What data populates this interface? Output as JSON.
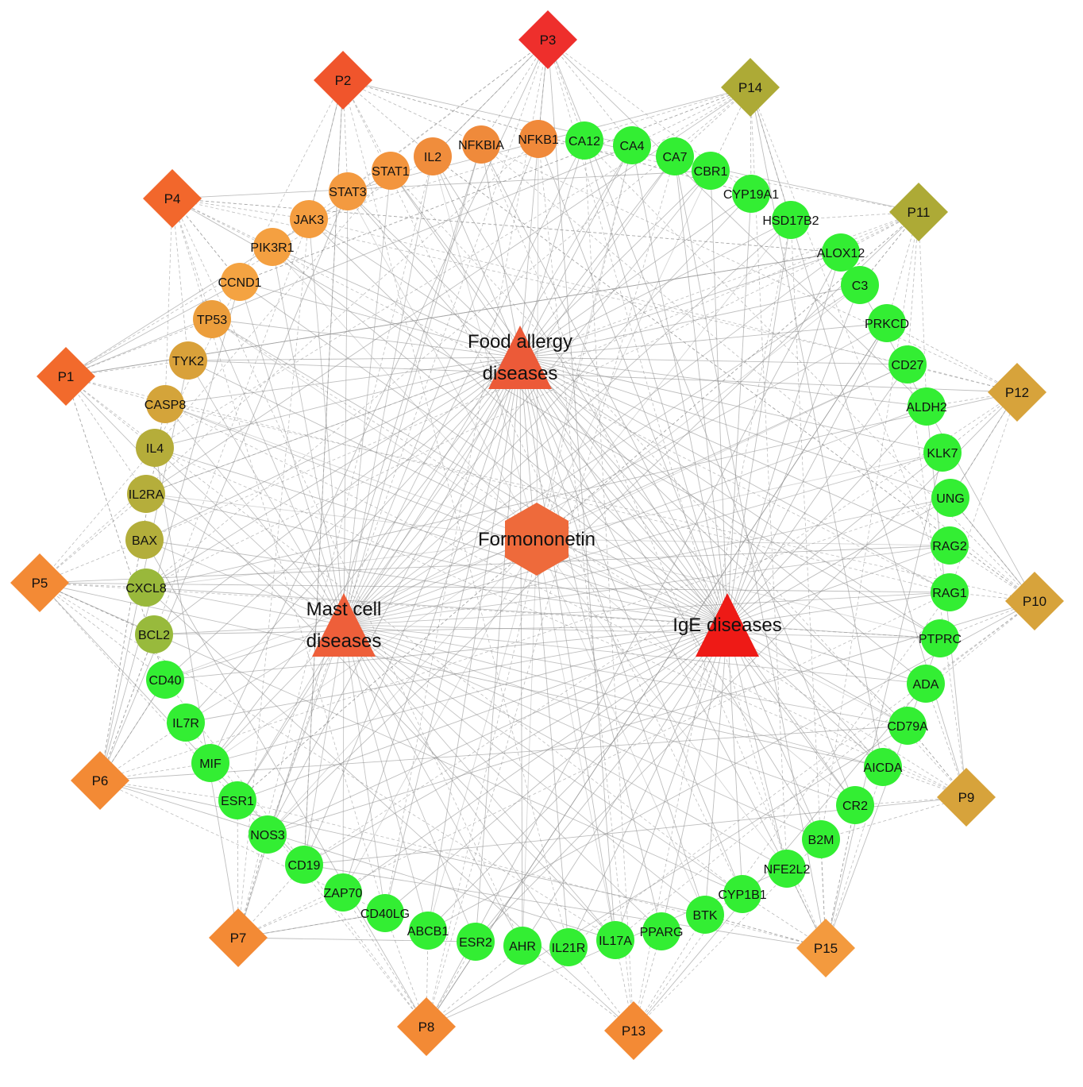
{
  "compound": {
    "label": "Formononetin",
    "color": "#ee6a3b"
  },
  "diseases": [
    {
      "id": "food",
      "lines": [
        "Food allergy",
        "diseases"
      ],
      "color": "#ec5a38"
    },
    {
      "id": "mast",
      "lines": [
        "Mast cell",
        "diseases"
      ],
      "color": "#ee5f3a"
    },
    {
      "id": "ige",
      "lines": [
        "IgE diseases"
      ],
      "color": "#ee1a16"
    }
  ],
  "genes": [
    {
      "label": "NFKB1",
      "color": "#f0893a"
    },
    {
      "label": "NFKBIA",
      "color": "#ef8a3b"
    },
    {
      "label": "IL2",
      "color": "#f08d3c"
    },
    {
      "label": "STAT1",
      "color": "#f3953e"
    },
    {
      "label": "STAT3",
      "color": "#f39a40"
    },
    {
      "label": "JAK3",
      "color": "#f49d40"
    },
    {
      "label": "PIK3R1",
      "color": "#f4a041"
    },
    {
      "label": "CCND1",
      "color": "#f4a342"
    },
    {
      "label": "TP53",
      "color": "#ec9e3c"
    },
    {
      "label": "TYK2",
      "color": "#d9a13a"
    },
    {
      "label": "CASP8",
      "color": "#d4a43a"
    },
    {
      "label": "IL4",
      "color": "#b5ad3a"
    },
    {
      "label": "IL2RA",
      "color": "#b5ae3b"
    },
    {
      "label": "BAX",
      "color": "#b3ae3b"
    },
    {
      "label": "CXCL8",
      "color": "#99b83b"
    },
    {
      "label": "BCL2",
      "color": "#98ba3c"
    },
    {
      "label": "CD40",
      "color": "#33ee33"
    },
    {
      "label": "IL7R",
      "color": "#33ee33"
    },
    {
      "label": "MIF",
      "color": "#33ee33"
    },
    {
      "label": "ESR1",
      "color": "#33ee33"
    },
    {
      "label": "NOS3",
      "color": "#33ee33"
    },
    {
      "label": "CD19",
      "color": "#33ee33"
    },
    {
      "label": "ZAP70",
      "color": "#33ee33"
    },
    {
      "label": "CD40LG",
      "color": "#33ee33"
    },
    {
      "label": "ABCB1",
      "color": "#33ee33"
    },
    {
      "label": "ESR2",
      "color": "#33ee33"
    },
    {
      "label": "AHR",
      "color": "#33ee33"
    },
    {
      "label": "IL21R",
      "color": "#33ee33"
    },
    {
      "label": "IL17A",
      "color": "#33ee33"
    },
    {
      "label": "PPARG",
      "color": "#33ee33"
    },
    {
      "label": "BTK",
      "color": "#33ee33"
    },
    {
      "label": "CYP1B1",
      "color": "#33ee33"
    },
    {
      "label": "NFE2L2",
      "color": "#33ee33"
    },
    {
      "label": "B2M",
      "color": "#33ee33"
    },
    {
      "label": "CR2",
      "color": "#33ee33"
    },
    {
      "label": "AICDA",
      "color": "#33ee33"
    },
    {
      "label": "CD79A",
      "color": "#33ee33"
    },
    {
      "label": "ADA",
      "color": "#33ee33"
    },
    {
      "label": "PTPRC",
      "color": "#33ee33"
    },
    {
      "label": "RAG1",
      "color": "#33ee33"
    },
    {
      "label": "RAG2",
      "color": "#33ee33"
    },
    {
      "label": "UNG",
      "color": "#33ee33"
    },
    {
      "label": "KLK7",
      "color": "#33ee33"
    },
    {
      "label": "ALDH2",
      "color": "#33ee33"
    },
    {
      "label": "CD27",
      "color": "#33ee33"
    },
    {
      "label": "PRKCD",
      "color": "#33ee33"
    },
    {
      "label": "C3",
      "color": "#33ee33"
    },
    {
      "label": "ALOX12",
      "color": "#33ee33"
    },
    {
      "label": "HSD17B2",
      "color": "#33ee33"
    },
    {
      "label": "CYP19A1",
      "color": "#33ee33"
    },
    {
      "label": "CBR1",
      "color": "#33ee33"
    },
    {
      "label": "CA7",
      "color": "#33ee33"
    },
    {
      "label": "CA4",
      "color": "#33ee33"
    },
    {
      "label": "CA12",
      "color": "#33ee33"
    }
  ],
  "pathways": [
    {
      "label": "P1",
      "color": "#f26a2c"
    },
    {
      "label": "P2",
      "color": "#f0552c"
    },
    {
      "label": "P3",
      "color": "#ee2f2c"
    },
    {
      "label": "P4",
      "color": "#f2672c"
    },
    {
      "label": "P5",
      "color": "#f38a35"
    },
    {
      "label": "P6",
      "color": "#f38a35"
    },
    {
      "label": "P7",
      "color": "#f38a35"
    },
    {
      "label": "P8",
      "color": "#f38a35"
    },
    {
      "label": "P9",
      "color": "#d7a33b"
    },
    {
      "label": "P10",
      "color": "#d7a33b"
    },
    {
      "label": "P11",
      "color": "#adaa36"
    },
    {
      "label": "P12",
      "color": "#d7a33b"
    },
    {
      "label": "P13",
      "color": "#f38a35"
    },
    {
      "label": "P14",
      "color": "#adaa36"
    },
    {
      "label": "P15",
      "color": "#f39a3e"
    }
  ],
  "edge_color": "#8a8a8a"
}
